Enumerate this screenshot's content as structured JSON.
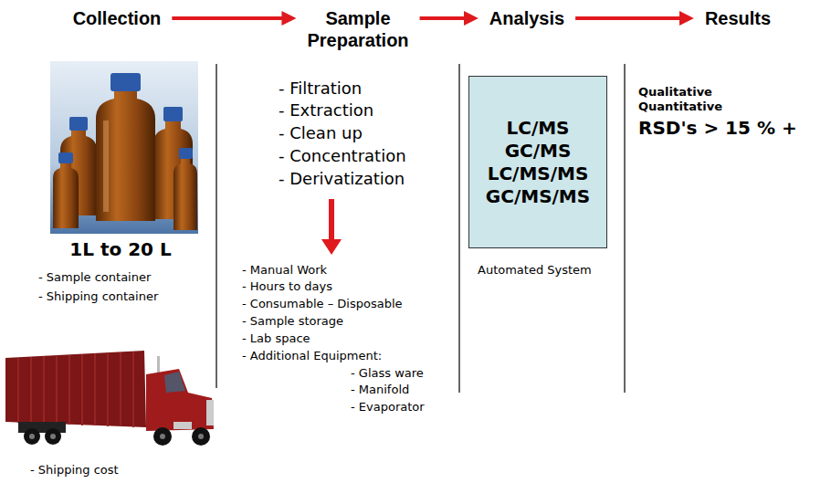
{
  "diagram": {
    "nodes": [
      {
        "text": [
          "Collection"
        ]
      },
      {
        "text": [
          "Sample Preparation"
        ]
      },
      {
        "text": [
          "Analysis"
        ]
      },
      {
        "text": [
          "Results"
        ]
      },
      {
        "text": [
          "LC/MS GC/MS LC/MS/MS GC/MS/MS"
        ]
      }
    ],
    "edges": [
      {
        "from": 0,
        "to": 1,
        "arrow": "to"
      },
      {
        "from": 1,
        "to": 2,
        "arrow": "to"
      },
      {
        "from": 2,
        "to": 3,
        "arrow": "to"
      }
    ],
    "labels": [
      "1L to 20 L",
      "- Sample container",
      "- Shipping container",
      "- Shipping cost",
      "- Filtration",
      "- Extraction",
      "- Clean up",
      "- Concentration",
      "- Derivatization",
      "- Manual Work",
      "- Hours to days",
      "- Consumable – Disposable",
      "- Sample storage",
      "- Lab space",
      "- Additional Equipment:",
      "- Glass ware",
      "- Manifold",
      "- Evaporator",
      "Automated System",
      "Qualitative",
      "Quantitative",
      "RSD's > 15 % +"
    ]
  }
}
